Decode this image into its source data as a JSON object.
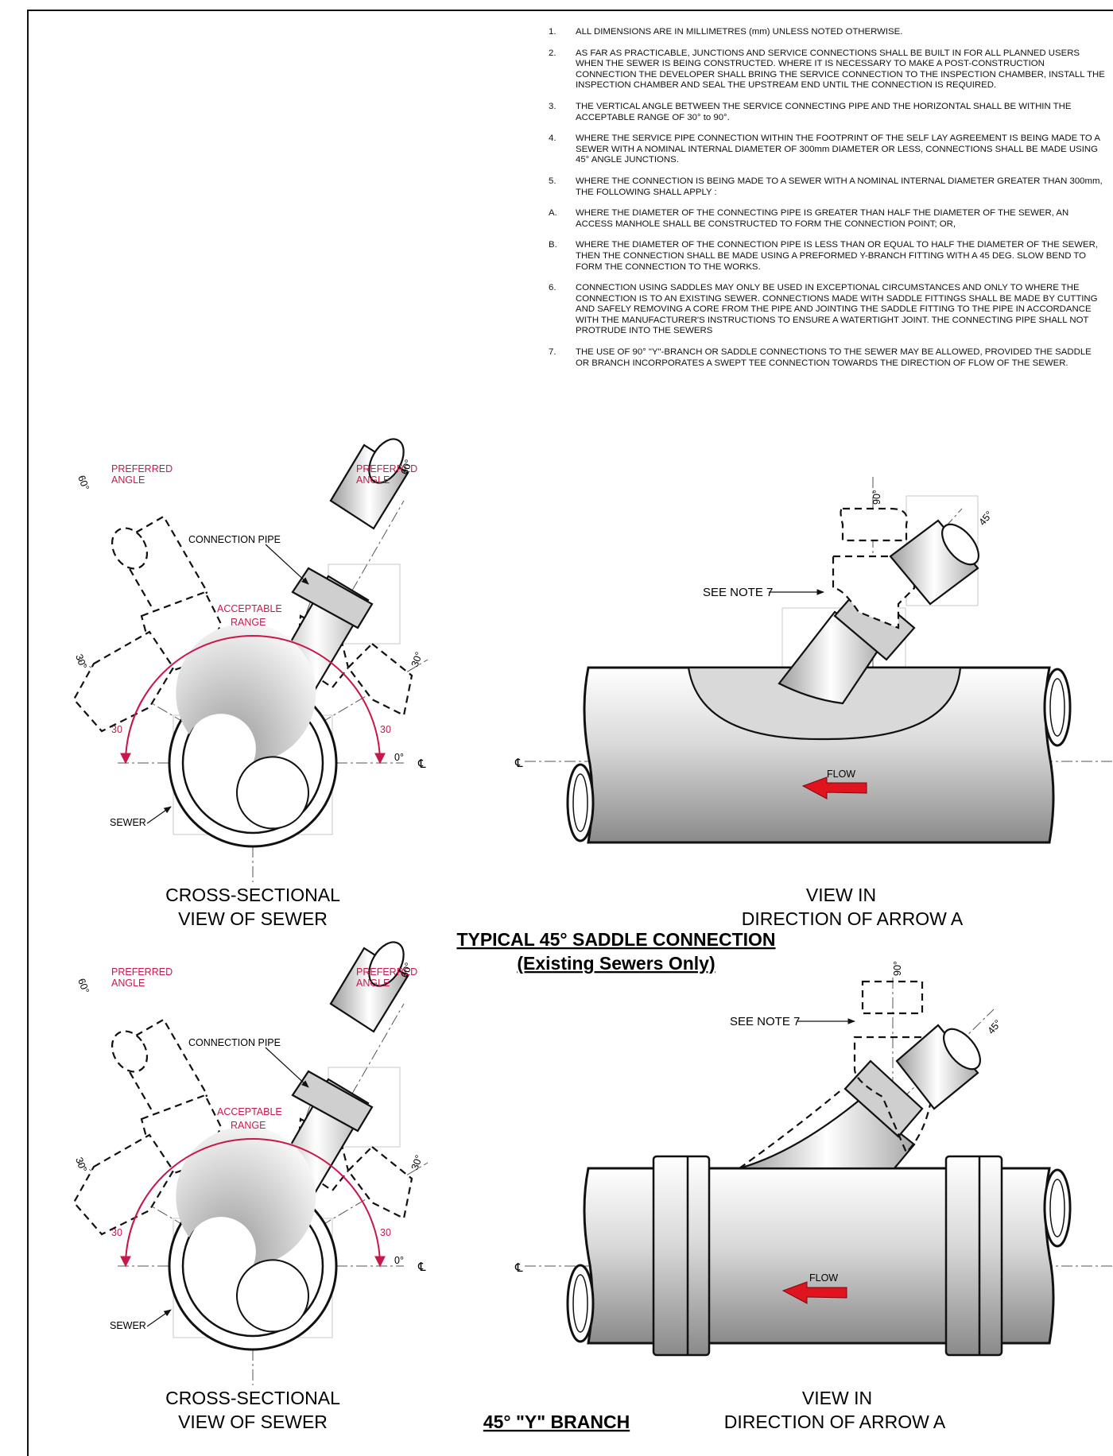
{
  "notes": [
    {
      "num": "1.",
      "text": "ALL DIMENSIONS ARE IN MILLIMETRES (mm) UNLESS NOTED OTHERWISE."
    },
    {
      "num": "2.",
      "text": "AS FAR AS PRACTICABLE, JUNCTIONS AND SERVICE CONNECTIONS SHALL BE BUILT IN FOR ALL PLANNED USERS WHEN THE SEWER IS BEING CONSTRUCTED. WHERE IT IS NECESSARY TO MAKE A POST-CONSTRUCTION CONNECTION THE DEVELOPER SHALL BRING THE SERVICE CONNECTION TO THE INSPECTION CHAMBER, INSTALL THE INSPECTION CHAMBER AND SEAL THE UPSTREAM END UNTIL THE CONNECTION IS REQUIRED."
    },
    {
      "num": "3.",
      "text": "THE VERTICAL ANGLE BETWEEN THE SERVICE CONNECTING PIPE AND THE HORIZONTAL SHALL BE WITHIN THE ACCEPTABLE RANGE OF 30° to 90°."
    },
    {
      "num": "4.",
      "text": "WHERE THE SERVICE PIPE CONNECTION WITHIN THE FOOTPRINT OF THE SELF LAY AGREEMENT IS BEING MADE TO A SEWER WITH A NOMINAL INTERNAL DIAMETER OF 300mm DIAMETER OR LESS, CONNECTIONS SHALL BE MADE USING 45° ANGLE JUNCTIONS."
    },
    {
      "num": "5.",
      "text": "WHERE THE CONNECTION IS BEING MADE TO A SEWER WITH A NOMINAL INTERNAL DIAMETER GREATER THAN 300mm, THE FOLLOWING SHALL APPLY :"
    },
    {
      "num": "A.",
      "text": "WHERE THE DIAMETER OF THE CONNECTING PIPE IS GREATER THAN HALF THE DIAMETER OF THE SEWER, AN ACCESS MANHOLE SHALL BE CONSTRUCTED TO FORM THE CONNECTION POINT; OR,"
    },
    {
      "num": "B.",
      "text": "WHERE THE DIAMETER OF THE CONNECTION PIPE IS LESS THAN OR EQUAL TO HALF THE DIAMETER OF THE SEWER, THEN THE CONNECTION SHALL BE MADE USING A PREFORMED Y-BRANCH FITTING WITH A 45 DEG. SLOW BEND TO FORM THE CONNECTION TO THE WORKS."
    },
    {
      "num": "6.",
      "text": "CONNECTION USING SADDLES MAY ONLY BE USED IN EXCEPTIONAL CIRCUMSTANCES AND ONLY TO WHERE THE CONNECTION IS TO AN EXISTING SEWER.  CONNECTIONS MADE WITH SADDLE FITTINGS SHALL BE MADE BY CUTTING AND SAFELY REMOVING A CORE FROM THE PIPE AND JOINTING THE SADDLE FITTING TO THE PIPE IN ACCORDANCE WITH THE MANUFACTURER'S INSTRUCTIONS TO ENSURE A WATERTIGHT JOINT. THE CONNECTING PIPE  SHALL NOT PROTRUDE INTO THE SEWERS"
    },
    {
      "num": "7.",
      "text": "THE USE OF 90° \"Y\"-BRANCH OR SADDLE CONNECTIONS TO THE SEWER MAY BE ALLOWED, PROVIDED THE SADDLE OR BRANCH INCORPORATES A SWEPT TEE CONNECTION TOWARDS THE DIRECTION OF FLOW OF THE SEWER."
    }
  ],
  "cross_section": {
    "preferred": "PREFERRED",
    "angle": "ANGLE",
    "connection_pipe": "CONNECTION PIPE",
    "acceptable": "ACCEPTABLE",
    "range": "RANGE",
    "sewer": "SEWER",
    "deg60": "60°",
    "deg30": "30°",
    "deg30b": "30",
    "deg0": "0°",
    "cl": "℄",
    "caption_line1": "CROSS-SECTIONAL",
    "caption_line2": "VIEW OF SEWER"
  },
  "side_view": {
    "see_note": "SEE NOTE 7",
    "flow": "FLOW",
    "deg90": "90°",
    "deg45": "45°",
    "cl": "℄",
    "caption_line1": "VIEW IN",
    "caption_line2": "DIRECTION OF ARROW A"
  },
  "titles": {
    "saddle_line1": "TYPICAL 45° SADDLE CONNECTION",
    "saddle_line2": "(Existing Sewers Only)",
    "ybranch": "45° \"Y\" BRANCH"
  },
  "colors": {
    "accent_red": "#c8184a",
    "flow_arrow": "#e0141e",
    "line": "#111111"
  }
}
